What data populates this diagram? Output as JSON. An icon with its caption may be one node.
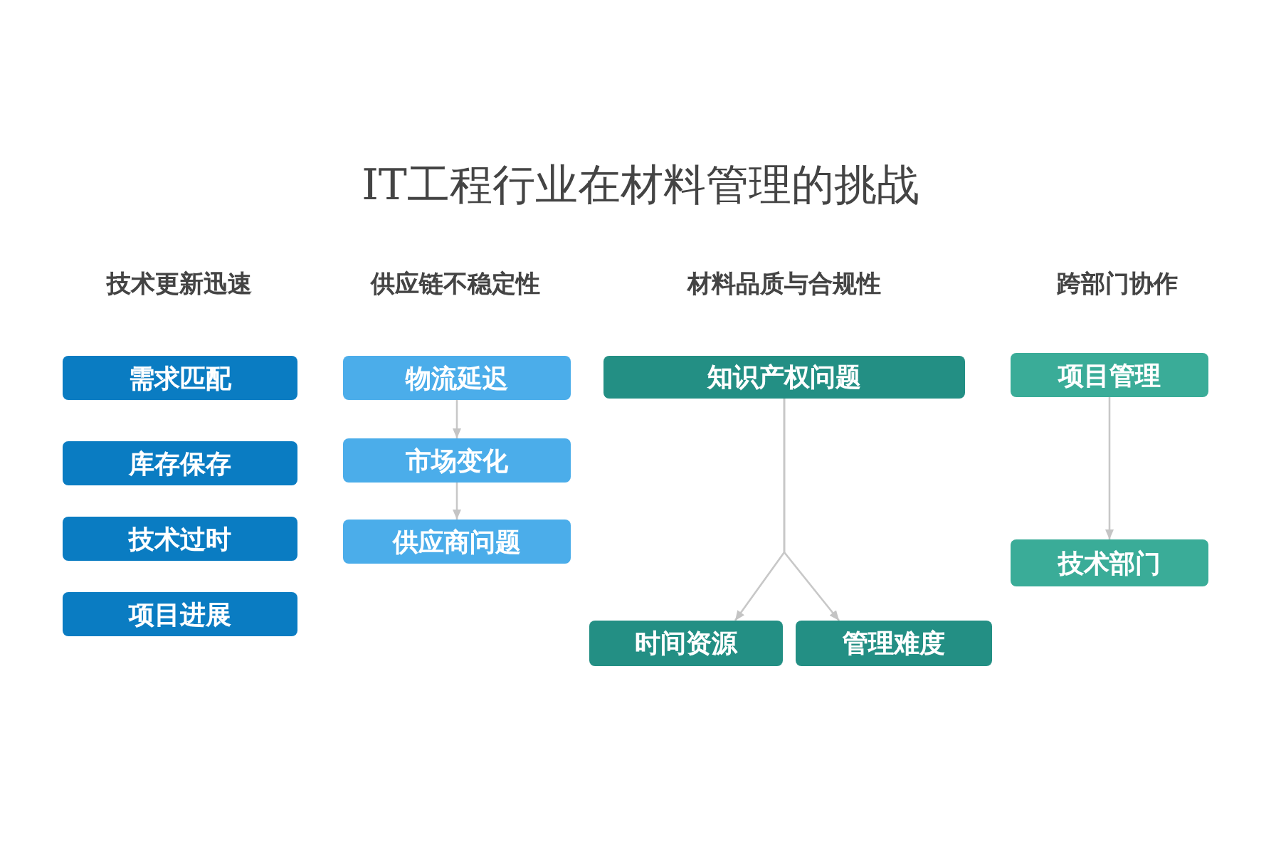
{
  "diagram": {
    "title": "IT工程行业在材料管理的挑战",
    "nodes": [
      {
        "text": [
          "需求匹配"
        ]
      },
      {
        "text": [
          "库存保存"
        ]
      },
      {
        "text": [
          "技术过时"
        ]
      },
      {
        "text": [
          "项目进展"
        ]
      },
      {
        "text": [
          "物流延迟"
        ]
      },
      {
        "text": [
          "市场变化"
        ]
      },
      {
        "text": [
          "供应商问题"
        ]
      },
      {
        "text": [
          "知识产权问题"
        ]
      },
      {
        "text": [
          "时间资源"
        ]
      },
      {
        "text": [
          "管理难度"
        ]
      },
      {
        "text": [
          "项目管理"
        ]
      },
      {
        "text": [
          "技术部门"
        ]
      }
    ],
    "edges": [
      {
        "from": 4,
        "to": 5,
        "arrow": "to"
      },
      {
        "from": 5,
        "to": 6,
        "arrow": "to"
      },
      {
        "from": 7,
        "to": 8,
        "arrow": "to"
      },
      {
        "from": 7,
        "to": 9,
        "arrow": "to"
      },
      {
        "from": 10,
        "to": 11,
        "arrow": "to"
      }
    ],
    "labels": [
      "技术更新迅速",
      "供应链不稳定性",
      "材料品质与合规性",
      "跨部门协作"
    ]
  }
}
